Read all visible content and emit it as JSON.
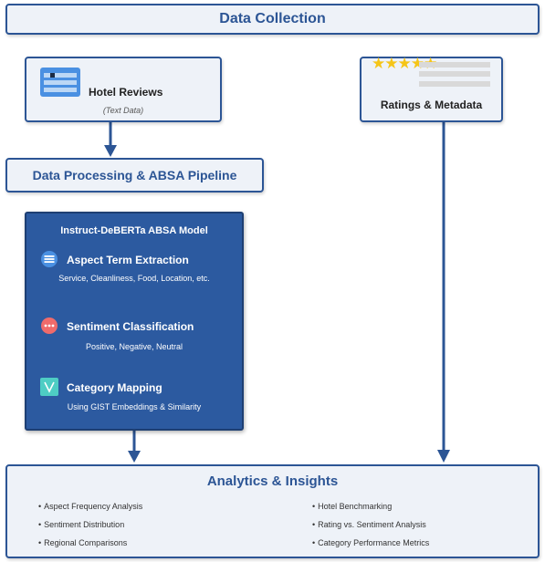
{
  "data_collection": {
    "title": "Data Collection"
  },
  "hotel_reviews": {
    "title": "Hotel Reviews",
    "subtitle": "(Text Data)"
  },
  "ratings": {
    "title": "Ratings & Metadata",
    "stars": "★★★★★"
  },
  "processing": {
    "title": "Data Processing & ABSA Pipeline"
  },
  "model": {
    "title": "Instruct-DeBERTa ABSA Model",
    "steps": [
      {
        "title": "Aspect Term Extraction",
        "desc": "Service, Cleanliness, Food, Location, etc.",
        "icon": "list-icon",
        "color": "#4a90e2"
      },
      {
        "title": "Sentiment Classification",
        "desc": "Positive, Negative, Neutral",
        "icon": "dots-icon",
        "color": "#f06b6b"
      },
      {
        "title": "Category Mapping",
        "desc": "Using GIST Embeddings & Similarity",
        "icon": "check-icon",
        "color": "#4ecdc4"
      }
    ]
  },
  "analytics": {
    "title": "Analytics & Insights",
    "left_items": [
      "Aspect Frequency Analysis",
      "Sentiment Distribution",
      "Regional Comparisons"
    ],
    "right_items": [
      "Hotel Benchmarking",
      "Rating vs. Sentiment Analysis",
      "Category Performance Metrics"
    ]
  },
  "colors": {
    "primary": "#2c5595",
    "model_bg": "#2c5aa0",
    "box_bg": "#eef2f8",
    "star": "#f5c518"
  }
}
